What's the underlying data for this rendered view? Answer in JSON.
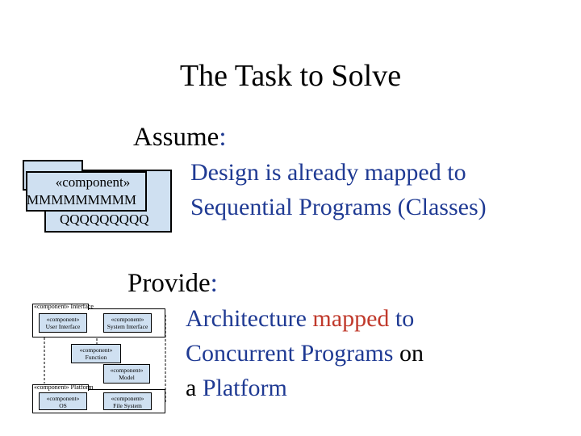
{
  "title": "The Task to Solve",
  "assume": {
    "heading": "Assume",
    "colon": ":",
    "line1_word": "Design",
    "line1_rest": " is already mapped to",
    "line2": "Sequential Programs (Classes)"
  },
  "provide": {
    "heading": "Provide",
    "colon": ":",
    "line1_word1": "Architecture",
    "line1_word2": "mapped",
    "line1_word3": " to",
    "line2_word1": "Concurrent Programs",
    "line2_rest": " on",
    "line3_a": "a ",
    "line3_word": "Platform"
  },
  "component_icon": {
    "stereotype": "«component»",
    "name_top": "MMMMMMMMM",
    "name_bottom": "QQQQQQQQQ"
  },
  "mini_diagram": {
    "package_interface": "«component» Interface",
    "package_platform": "«component» Platform",
    "ui": {
      "stereo": "«component»",
      "name": "User Interface"
    },
    "si": {
      "stereo": "«component»",
      "name": "System Interface"
    },
    "ft": {
      "stereo": "«component»",
      "name": "Function"
    },
    "md": {
      "stereo": "«component»",
      "name": "Model"
    },
    "os": {
      "stereo": "«component»",
      "name": "OS"
    },
    "fs": {
      "stereo": "«component»",
      "name": "File System"
    }
  },
  "colors": {
    "keyword": "#1f3a93",
    "highlight": "#c0392b",
    "component_fill": "#cfe0f1"
  }
}
